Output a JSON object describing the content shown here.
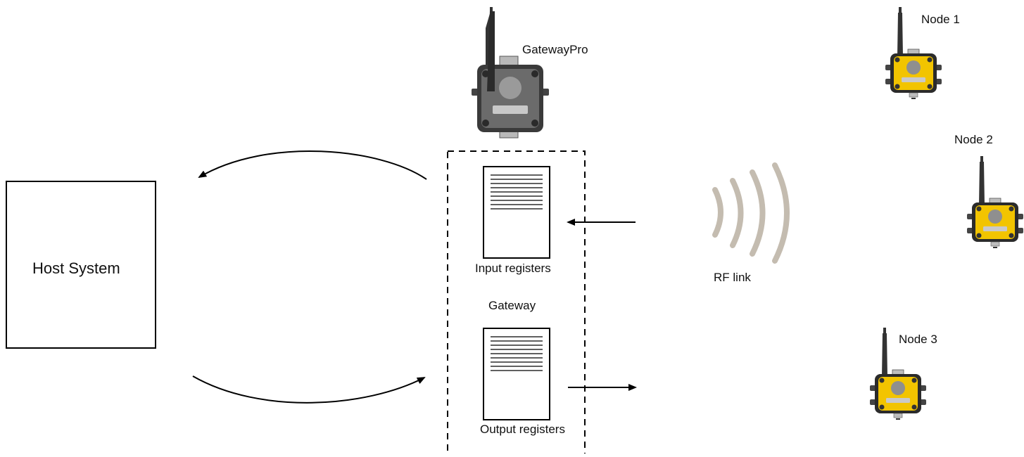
{
  "host": {
    "label": "Host System"
  },
  "gateway_device": {
    "label": "GatewayPro"
  },
  "gateway": {
    "label": "Gateway",
    "input_registers_label": "Input registers",
    "output_registers_label": "Output registers"
  },
  "rf": {
    "label": "RF link"
  },
  "nodes": [
    {
      "label": "Node 1"
    },
    {
      "label": "Node 2"
    },
    {
      "label": "Node 3"
    }
  ],
  "colors": {
    "gateway_body": "#6b6b6b",
    "node_body": "#f2c400",
    "rf_wave": "#c4bcb0",
    "line": "#000000"
  },
  "icons": {
    "gateway": "gateway-device-icon",
    "node": "wireless-node-icon",
    "rf": "rf-wave-icon"
  }
}
